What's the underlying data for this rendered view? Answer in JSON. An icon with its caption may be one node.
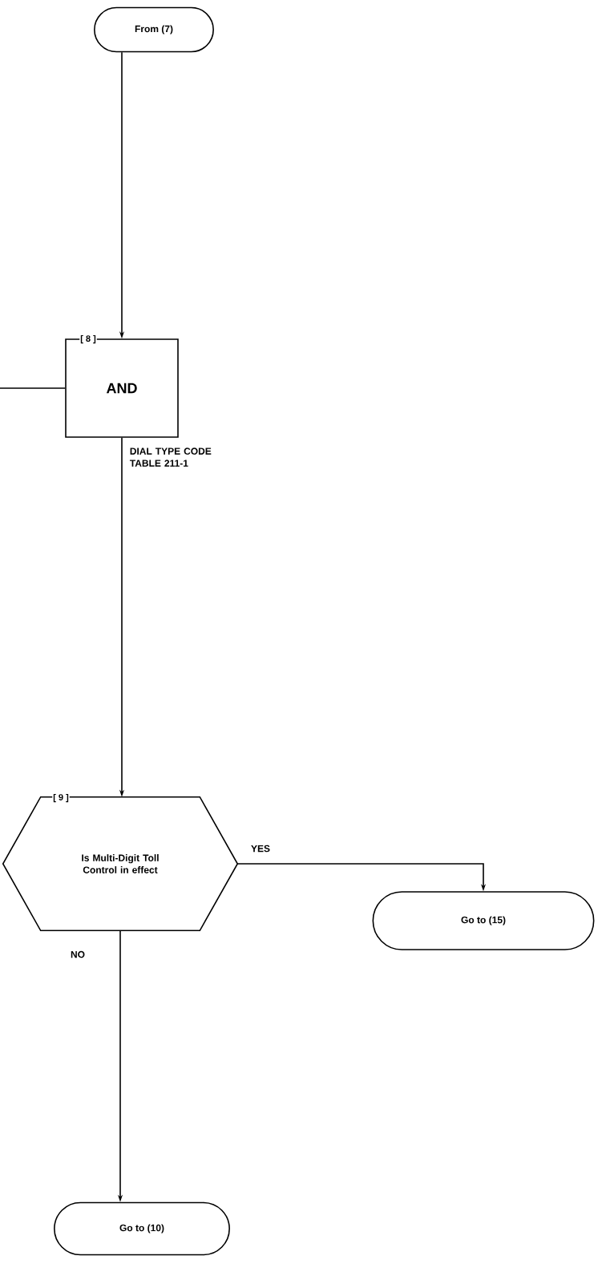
{
  "diagram": {
    "nodes": [
      {
        "text": [
          "From (7)"
        ]
      },
      {
        "text": [
          "[ 8 ]",
          "AND"
        ]
      },
      {
        "text": [
          "[ 9 ]",
          "Is Multi-Digit Toll Control in effect"
        ]
      },
      {
        "text": [
          "Go to (15)"
        ]
      },
      {
        "text": [
          "Go to (10)"
        ]
      }
    ],
    "edges": [
      {
        "from": null,
        "to": 1,
        "arrow": "none"
      },
      {
        "from": 0,
        "to": 1,
        "arrow": "to"
      },
      {
        "from": 1,
        "to": 2,
        "arrow": "to",
        "label": "DIAL TYPE CODE TABLE 211-1"
      },
      {
        "from": 2,
        "to": 3,
        "arrow": "to",
        "label": "YES"
      },
      {
        "from": 2,
        "to": 4,
        "arrow": "to",
        "label": "NO"
      }
    ]
  }
}
